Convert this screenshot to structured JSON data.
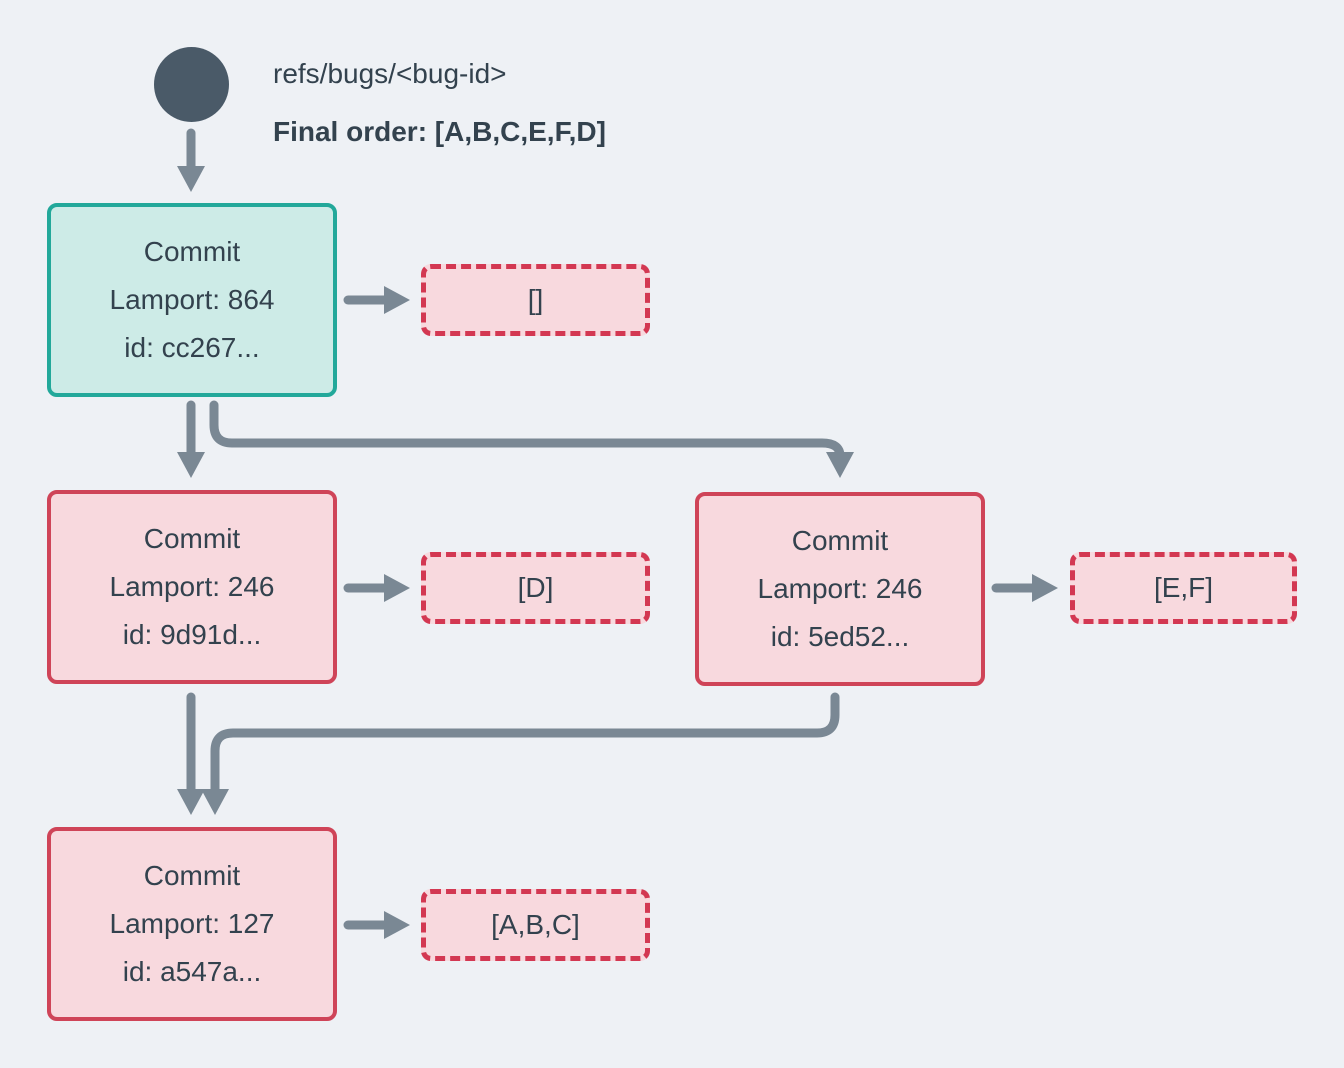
{
  "diagram_title": "bug ref commit DAG",
  "ref": {
    "label": "refs/bugs/<bug-id>",
    "final_order": "Final order: [A,B,C,E,F,D]"
  },
  "commits": [
    {
      "title": "Commit",
      "lamport": "Lamport: 864",
      "id": "id: cc267...",
      "variant": "head",
      "ops": "[]"
    },
    {
      "title": "Commit",
      "lamport": "Lamport: 246",
      "id": "id: 9d91d...",
      "variant": "normal",
      "ops": "[D]"
    },
    {
      "title": "Commit",
      "lamport": "Lamport: 246",
      "id": "id: 5ed52...",
      "variant": "normal",
      "ops": "[E,F]"
    },
    {
      "title": "Commit",
      "lamport": "Lamport: 127",
      "id": "id: a547a...",
      "variant": "normal",
      "ops": "[A,B,C]"
    }
  ],
  "edges": [
    "ref-head to commit cc267",
    "commit cc267 to ops []",
    "commit cc267 to commit 9d91d",
    "commit cc267 to commit 5ed52",
    "commit 9d91d to ops [D]",
    "commit 5ed52 to ops [E,F]",
    "commit 9d91d to commit a547a",
    "commit 5ed52 to commit a547a",
    "commit a547a to ops [A,B,C]"
  ],
  "colors": {
    "background": "#eef1f5",
    "text": "#33424e",
    "node-slate": "#4a5a68",
    "arrow": "#7a8894",
    "teal-border": "#22a89a",
    "teal-fill": "#cdebe7",
    "red-border": "#cf4458",
    "red-fill": "#f8d9de",
    "dashed-border": "#d33852"
  }
}
